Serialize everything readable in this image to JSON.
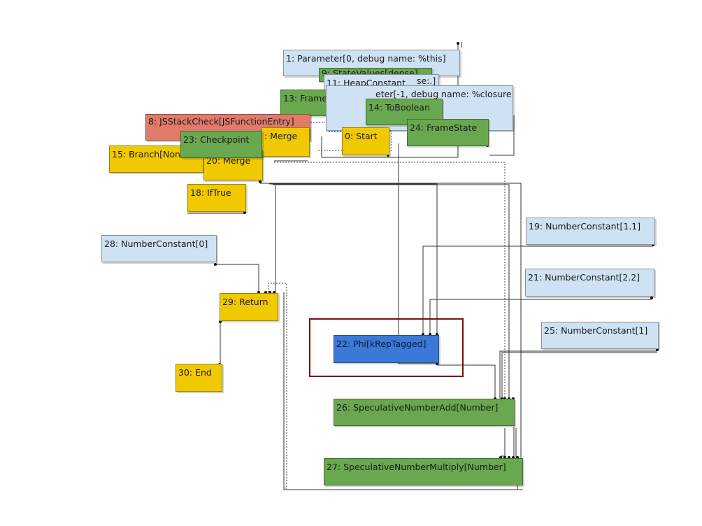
{
  "colors": {
    "constant": "#cfe2f3",
    "control": "#f1c900",
    "effect": "#6aa84f",
    "check": "#e07b6b",
    "selected": "#3c78d8",
    "highlight_border": "#7a1010"
  },
  "nodes": {
    "n1": {
      "label": "1: Parameter[0, debug name: %this]",
      "kind": "constant"
    },
    "n9": {
      "label": "9: StateValues[dense]",
      "kind": "effect"
    },
    "n11": {
      "label": "11: HeapConstant",
      "kind": "constant"
    },
    "n13": {
      "label": "13: FrameState",
      "kind": "effect"
    },
    "n2": {
      "label": "eter[-1, debug name: %closure]",
      "kind": "constant"
    },
    "n14": {
      "label": "14: ToBoolean",
      "kind": "effect"
    },
    "n8": {
      "label": "8: JSStackCheck[JSFunctionEntry]",
      "kind": "check"
    },
    "n16": {
      "label": ": Merge",
      "kind": "control"
    },
    "n0": {
      "label": "0: Start",
      "kind": "control"
    },
    "n24": {
      "label": "24: FrameState",
      "kind": "effect"
    },
    "n23": {
      "label": "23: Checkpoint",
      "kind": "effect"
    },
    "n15": {
      "label": "15: Branch[None",
      "kind": "control"
    },
    "n20": {
      "label": "20: Merge",
      "kind": "control"
    },
    "n18": {
      "label": "18: IfTrue",
      "kind": "control"
    },
    "n28": {
      "label": "28: NumberConstant[0]",
      "kind": "constant"
    },
    "n19": {
      "label": "19: NumberConstant[1.1]",
      "kind": "constant"
    },
    "n21": {
      "label": "21: NumberConstant[2.2]",
      "kind": "constant"
    },
    "n29": {
      "label": "29: Return",
      "kind": "control"
    },
    "n22": {
      "label": "22: Phi[kRepTagged]",
      "kind": "selected"
    },
    "n25": {
      "label": "25: NumberConstant[1]",
      "kind": "constant"
    },
    "n30": {
      "label": "30: End",
      "kind": "control"
    },
    "n26": {
      "label": "26: SpeculativeNumberAdd[Number]",
      "kind": "effect"
    },
    "n27": {
      "label": "27: SpeculativeNumberMultiply[Number]",
      "kind": "effect"
    }
  },
  "clipped_text": {
    "heap_constant_tail": "se:.]"
  }
}
